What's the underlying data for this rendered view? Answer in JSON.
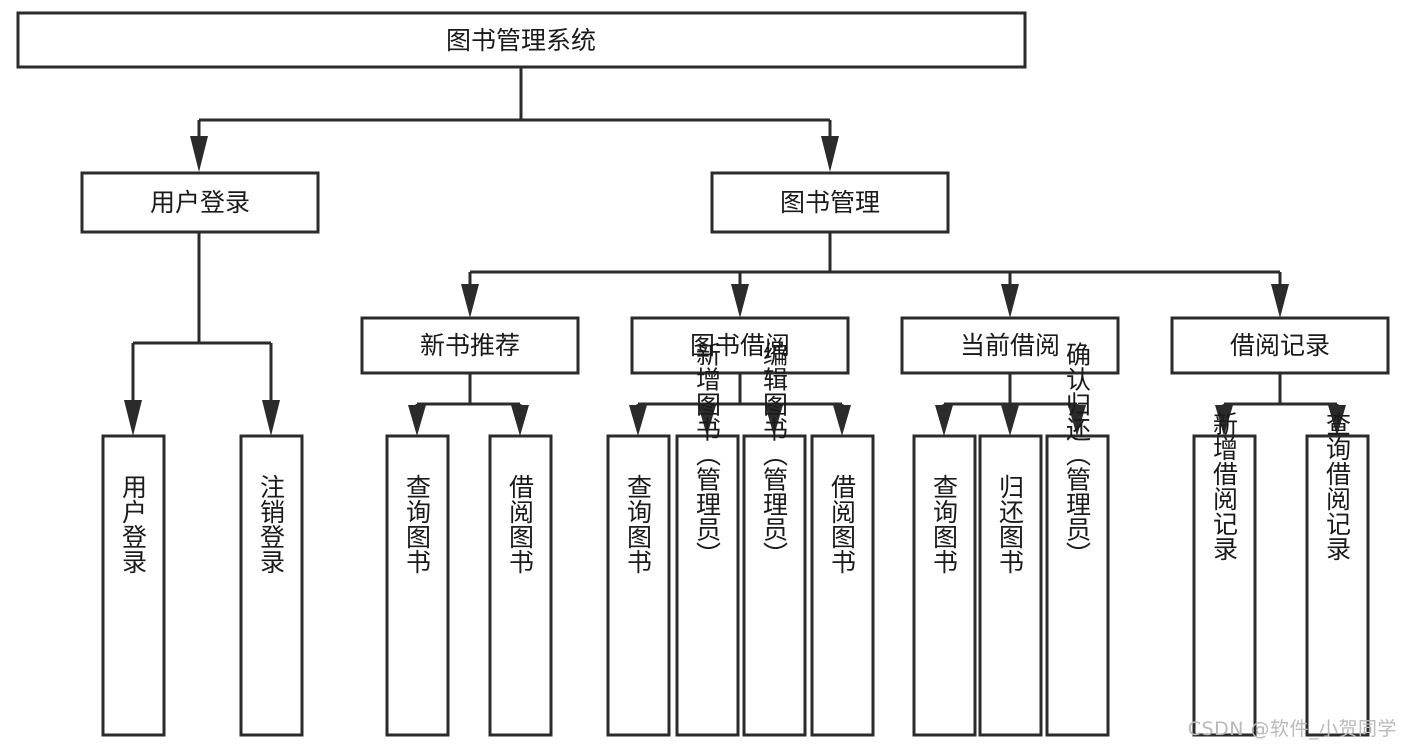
{
  "diagram": {
    "type": "tree",
    "orientation": "top-down",
    "title": "图书管理系统",
    "watermark": "CSDN @软件_小贺同学",
    "colors": {
      "stroke": "#2b2b2b",
      "fill": "#ffffff",
      "text": "#1a1a1a",
      "watermark": "#b9b9b9",
      "background": "#ffffff"
    },
    "nodes": {
      "root": {
        "label": "图书管理系统",
        "level": 0,
        "orient": "horizontal"
      },
      "l1": [
        {
          "id": "user_login",
          "label": "用户登录",
          "level": 1,
          "orient": "horizontal"
        },
        {
          "id": "book_manage",
          "label": "图书管理",
          "level": 1,
          "orient": "horizontal"
        }
      ],
      "l2": [
        {
          "id": "new_book_rec",
          "label": "新书推荐",
          "level": 2,
          "orient": "horizontal",
          "parent": "book_manage"
        },
        {
          "id": "book_borrow",
          "label": "图书借阅",
          "level": 2,
          "orient": "horizontal",
          "parent": "book_manage"
        },
        {
          "id": "current_borrow",
          "label": "当前借阅",
          "level": 2,
          "orient": "horizontal",
          "parent": "book_manage"
        },
        {
          "id": "borrow_record",
          "label": "借阅记录",
          "level": 2,
          "orient": "horizontal",
          "parent": "book_manage"
        }
      ],
      "leaves": [
        {
          "id": "leaf_user_login",
          "label": "用户登录",
          "parent": "user_login",
          "orient": "vertical"
        },
        {
          "id": "leaf_logout",
          "label": "注销登录",
          "parent": "user_login",
          "orient": "vertical"
        },
        {
          "id": "leaf_query_book_1",
          "label": "查询图书",
          "parent": "new_book_rec",
          "orient": "vertical"
        },
        {
          "id": "leaf_borrow_book_1",
          "label": "借阅图书",
          "parent": "new_book_rec",
          "orient": "vertical"
        },
        {
          "id": "leaf_query_book_2",
          "label": "查询图书",
          "parent": "book_borrow",
          "orient": "vertical"
        },
        {
          "id": "leaf_add_book",
          "label": "新增图书（管理员）",
          "parent": "book_borrow",
          "orient": "vertical"
        },
        {
          "id": "leaf_edit_book",
          "label": "编辑图书（管理员）",
          "parent": "book_borrow",
          "orient": "vertical"
        },
        {
          "id": "leaf_borrow_book_2",
          "label": "借阅图书",
          "parent": "book_borrow",
          "orient": "vertical"
        },
        {
          "id": "leaf_query_book_3",
          "label": "查询图书",
          "parent": "current_borrow",
          "orient": "vertical"
        },
        {
          "id": "leaf_return_book",
          "label": "归还图书",
          "parent": "current_borrow",
          "orient": "vertical"
        },
        {
          "id": "leaf_confirm_return",
          "label": "确认归还（管理员）",
          "parent": "current_borrow",
          "orient": "vertical"
        },
        {
          "id": "leaf_add_record",
          "label": "新增借阅记录",
          "parent": "borrow_record",
          "orient": "vertical"
        },
        {
          "id": "leaf_query_record",
          "label": "查询借阅记录",
          "parent": "borrow_record",
          "orient": "vertical"
        }
      ]
    }
  }
}
